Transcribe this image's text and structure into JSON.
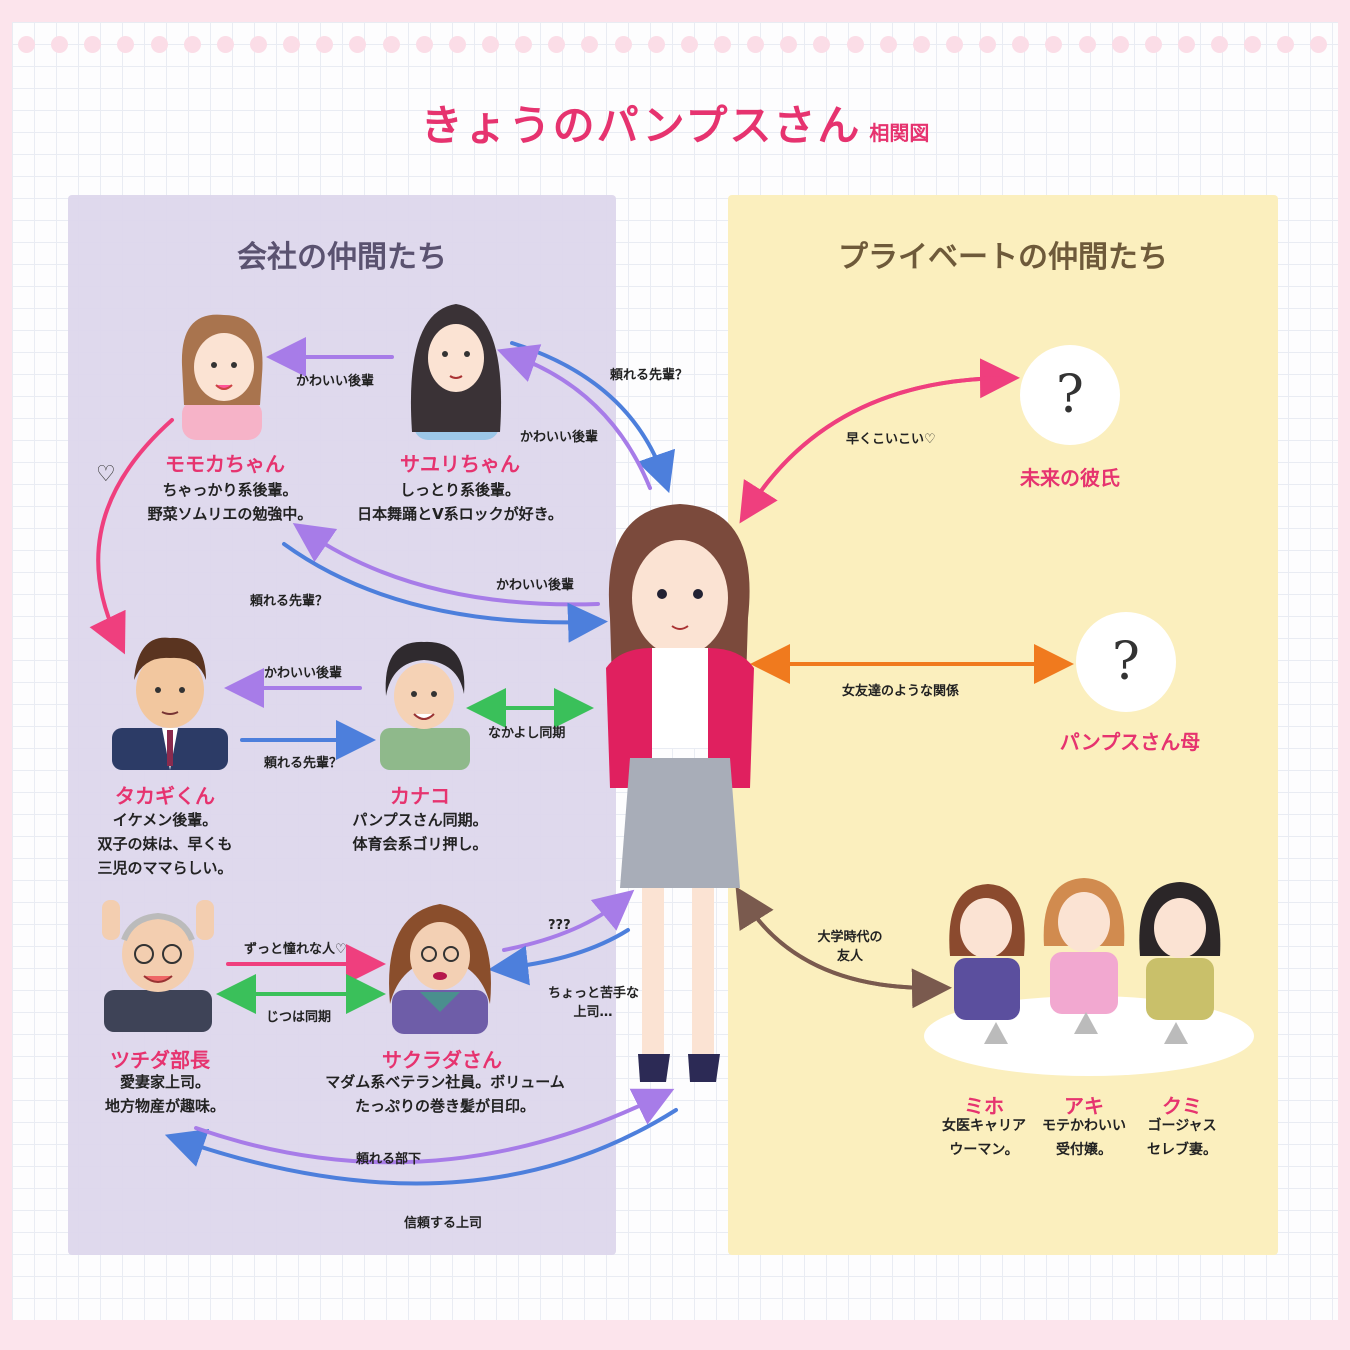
{
  "title": {
    "main": "きょうのパンプスさん",
    "sub": "相関図"
  },
  "colors": {
    "accent": "#e6336f",
    "purple": "#a77ce8",
    "blue": "#4d7fdc",
    "green": "#3ac05a",
    "orange": "#f07a1e",
    "brown": "#7a5a4e",
    "pink": "#ef3f7e"
  },
  "panels": {
    "company": "会社の仲間たち",
    "private": "プライベートの仲間たち"
  },
  "characters": {
    "momoka": {
      "name": "モモカちゃん",
      "desc1": "ちゃっかり系後輩。",
      "desc2": "野菜ソムリエの勉強中。"
    },
    "sayuri": {
      "name": "サユリちゃん",
      "desc1": "しっとり系後輩。",
      "desc2": "日本舞踊とV系ロックが好き。"
    },
    "takagi": {
      "name": "タカギくん",
      "desc1": "イケメン後輩。",
      "desc2": "双子の妹は、早くも",
      "desc3": "三児のママらしい。"
    },
    "kanako": {
      "name": "カナコ",
      "desc1": "パンプスさん同期。",
      "desc2": "体育会系ゴリ押し。"
    },
    "tsuchida": {
      "name": "ツチダ部長",
      "desc1": "愛妻家上司。",
      "desc2": "地方物産が趣味。"
    },
    "sakurada": {
      "name": "サクラダさん",
      "desc1": "マダム系ベテラン社員。ボリューム",
      "desc2": "たっぷりの巻き髪が目印。"
    },
    "boyfriend": {
      "name": "未来の彼氏",
      "mark": "?"
    },
    "mother": {
      "name": "パンプスさん母",
      "mark": "?"
    },
    "miho": {
      "name": "ミホ",
      "desc1": "女医キャリア",
      "desc2": "ウーマン。"
    },
    "aki": {
      "name": "アキ",
      "desc1": "モテかわいい",
      "desc2": "受付嬢。"
    },
    "kumi": {
      "name": "クミ",
      "desc1": "ゴージャス",
      "desc2": "セレブ妻。"
    }
  },
  "relations": {
    "sayuri_momoka": "かわいい後輩",
    "sayuri_to_main": "頼れる先輩？",
    "main_to_sayuri": "かわいい後輩",
    "momoka_heart": "♡",
    "main_to_momoka": "かわいい後輩",
    "momoka_to_main": "頼れる先輩？",
    "kanako_takagi": "かわいい後輩",
    "takagi_kanako": "頼れる先輩？",
    "kanako_main": "なかよし同期",
    "tsuchida_sakurada": "ずっと憧れな人♡",
    "sakurada_tsuchida": "じつは同期",
    "sakurada_main": "???",
    "main_sakurada": "ちょっと苦手な",
    "main_sakurada2": "上司…",
    "main_tsuchida": "頼れる部下",
    "tsuchida_main": "信頼する上司",
    "boyfriend": "早くこいこい♡",
    "mother": "女友達のような関係",
    "friends1": "大学時代の",
    "friends2": "友人"
  }
}
